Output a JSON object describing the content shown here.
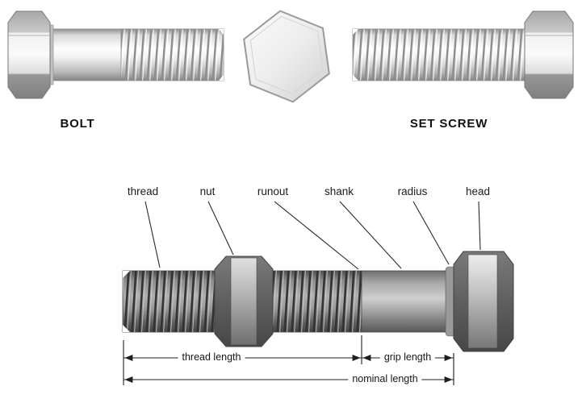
{
  "captions": {
    "bolt": "BOLT",
    "set_screw": "SET SCREW"
  },
  "callouts": {
    "thread": "thread",
    "nut": "nut",
    "runout": "runout",
    "shank": "shank",
    "radius": "radius",
    "head": "head"
  },
  "dimensions": {
    "thread_length": "thread length",
    "grip_length": "grip length",
    "nominal_length": "nominal length"
  },
  "colors": {
    "steel_light": "#e8e8e8",
    "steel_dark": "#5e5e5e",
    "line": "#222222",
    "background": "#ffffff"
  }
}
